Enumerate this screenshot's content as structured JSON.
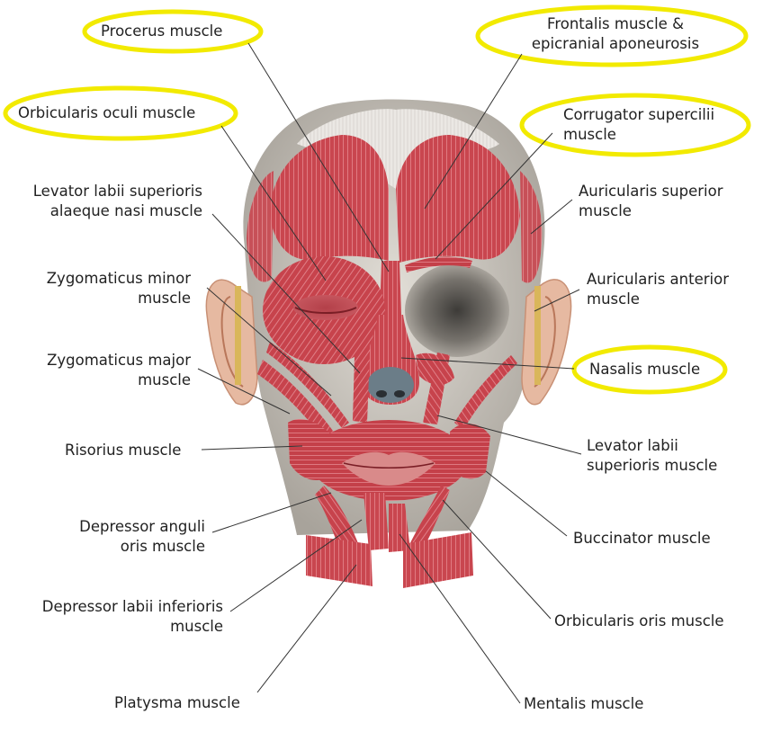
{
  "colors": {
    "highlight": "#f2ea00",
    "leader": "#333333",
    "muscle": "#c9464f",
    "muscle_light": "#e0838a",
    "bone": "#cfcac1",
    "tendon": "#e9e6e2"
  },
  "labels": {
    "procerus": {
      "lines": [
        "Procerus muscle"
      ],
      "highlighted": true
    },
    "frontalis": {
      "lines": [
        "Frontalis muscle &",
        "epicranial aponeurosis"
      ],
      "highlighted": true
    },
    "orbicularis_oculi": {
      "lines": [
        "Orbicularis oculi muscle"
      ],
      "highlighted": true
    },
    "corrugator": {
      "lines": [
        "Corrugator supercilii",
        "muscle"
      ],
      "highlighted": true
    },
    "levator_alaeque": {
      "lines": [
        "Levator labii superioris",
        "alaeque nasi muscle"
      ],
      "highlighted": false
    },
    "auricularis_superior": {
      "lines": [
        "Auricularis superior",
        "muscle"
      ],
      "highlighted": false
    },
    "zygomaticus_minor": {
      "lines": [
        "Zygomaticus minor",
        "muscle"
      ],
      "highlighted": false
    },
    "auricularis_anterior": {
      "lines": [
        "Auricularis anterior",
        "muscle"
      ],
      "highlighted": false
    },
    "zygomaticus_major": {
      "lines": [
        "Zygomaticus major",
        "muscle"
      ],
      "highlighted": false
    },
    "nasalis": {
      "lines": [
        "Nasalis muscle"
      ],
      "highlighted": true
    },
    "risorius": {
      "lines": [
        "Risorius muscle"
      ],
      "highlighted": false
    },
    "levator_superioris": {
      "lines": [
        "Levator labii",
        "superioris muscle"
      ],
      "highlighted": false
    },
    "depressor_anguli": {
      "lines": [
        "Depressor anguli",
        "oris muscle"
      ],
      "highlighted": false
    },
    "buccinator": {
      "lines": [
        "Buccinator muscle"
      ],
      "highlighted": false
    },
    "depressor_labii": {
      "lines": [
        "Depressor labii inferioris",
        "muscle"
      ],
      "highlighted": false
    },
    "orbicularis_oris": {
      "lines": [
        "Orbicularis oris muscle"
      ],
      "highlighted": false
    },
    "platysma": {
      "lines": [
        "Platysma muscle"
      ],
      "highlighted": false
    },
    "mentalis": {
      "lines": [
        "Mentalis muscle"
      ],
      "highlighted": false
    }
  }
}
